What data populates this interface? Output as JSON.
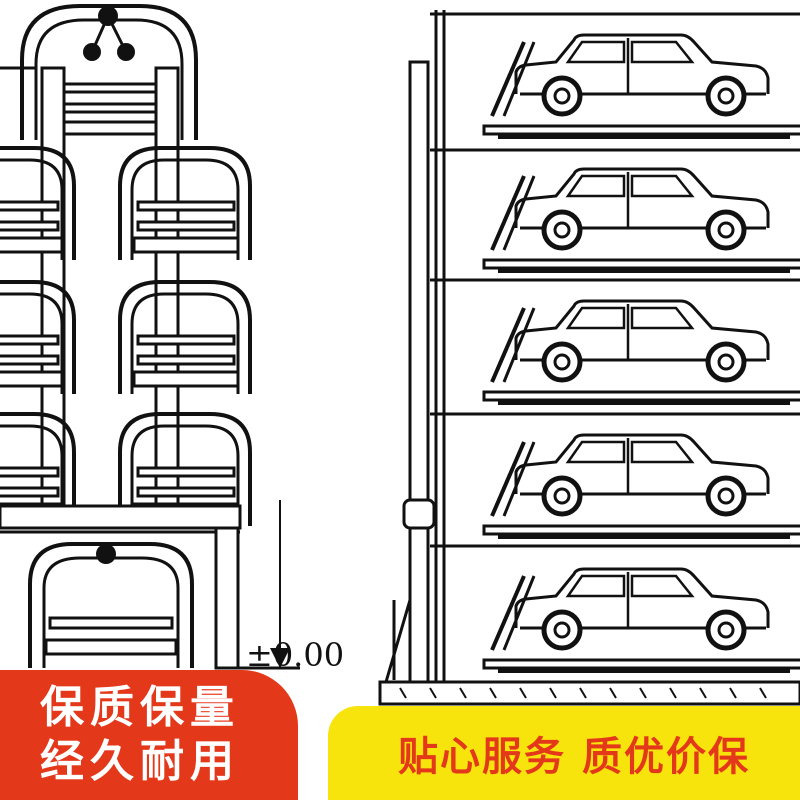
{
  "elevation_label": "±0.00",
  "badge_left": {
    "line1": "保质保量",
    "line2": "经久耐用"
  },
  "badge_right": {
    "tagline": "贴心服务 质优价保"
  },
  "colors": {
    "red": "#e4381b",
    "yellow": "#f7e40c",
    "ink": "#111111"
  }
}
